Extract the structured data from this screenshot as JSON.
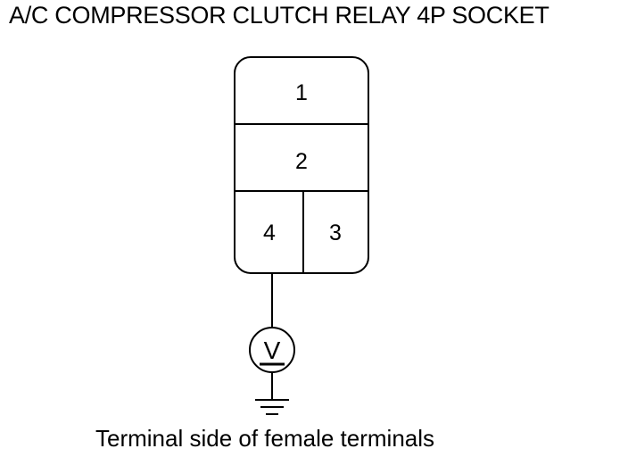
{
  "title": "A/C COMPRESSOR CLUTCH RELAY 4P SOCKET",
  "caption": "Terminal side of female terminals",
  "connector": {
    "terminals": [
      {
        "id": "1",
        "label": "1"
      },
      {
        "id": "2",
        "label": "2"
      },
      {
        "id": "3",
        "label": "3"
      },
      {
        "id": "4",
        "label": "4"
      }
    ]
  },
  "symbols": {
    "meter": "voltmeter-icon",
    "meter_letter": "V",
    "ground": "ground-icon"
  },
  "colors": {
    "line": "#000000",
    "background": "#ffffff"
  }
}
